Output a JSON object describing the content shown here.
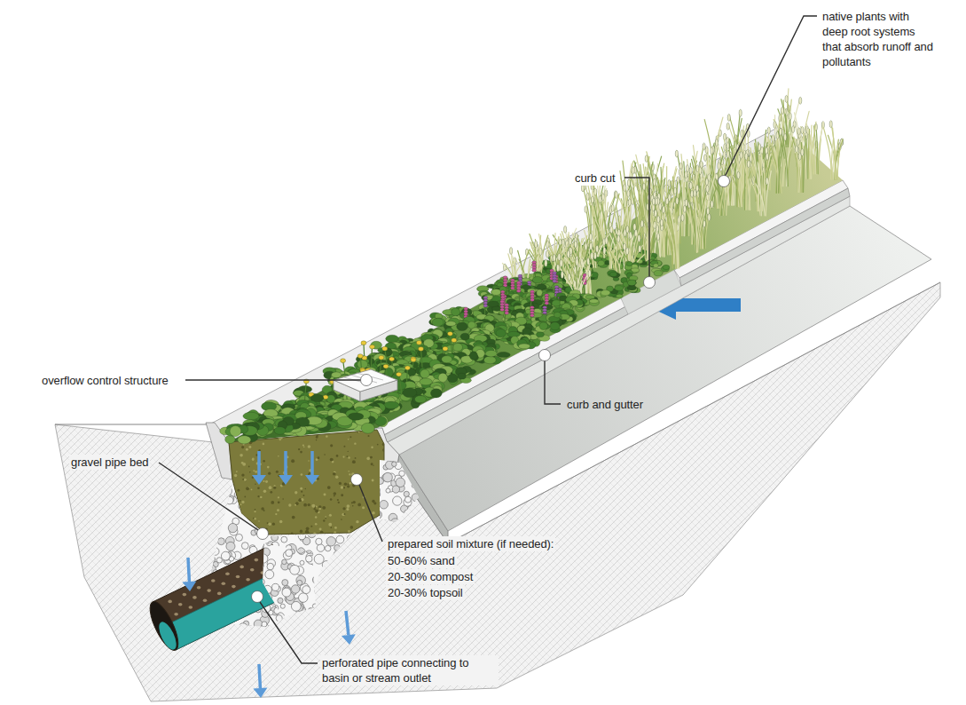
{
  "diagram": {
    "labels": [
      "native plants with deep root systems that absorb runoff and pollutants",
      "curb cut",
      "overflow control structure",
      "curb and gutter",
      "gravel pipe bed",
      "prepared soil mixture (if needed):",
      "50-60% sand",
      "20-30% compost",
      "20-30% topsoil",
      "perforated pipe connecting to basin or stream outlet"
    ]
  }
}
